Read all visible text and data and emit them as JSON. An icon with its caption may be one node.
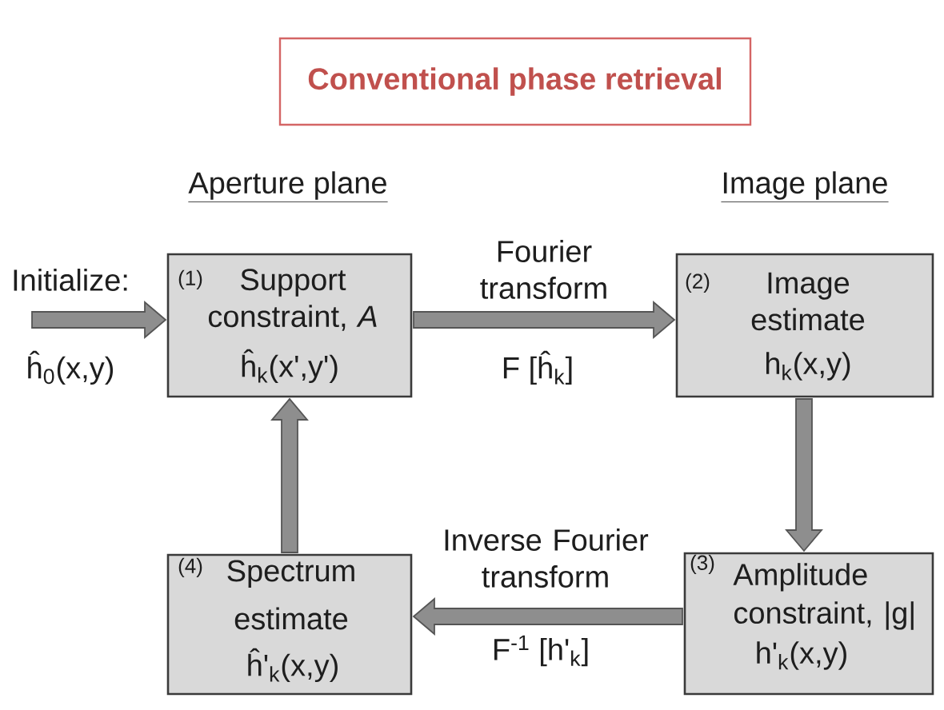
{
  "diagram": {
    "title": "Conventional phase retrieval",
    "nodes": [
      {
        "text": [
          "(1)",
          "Support constraint, *A*",
          "ĥ$_{k}$(x',y')"
        ]
      },
      {
        "text": [
          "(2)",
          "Image estimate",
          "h$_{k}$(x,y)"
        ]
      },
      {
        "text": [
          "(4)",
          "Spectrum estimate",
          "ĥ'$_{k}$(x,y)"
        ]
      },
      {
        "text": [
          "(3)",
          "Amplitude constraint, |g|",
          "h'$_{k}$(x,y)"
        ]
      }
    ],
    "edges": [
      {
        "from": null,
        "to": 0,
        "arrow": "to",
        "label": "Initialize:"
      },
      {
        "from": 0,
        "to": 1,
        "arrow": "to",
        "label": "Fourier transform"
      },
      {
        "from": 1,
        "to": 3,
        "arrow": "to"
      },
      {
        "from": 3,
        "to": 2,
        "arrow": "to",
        "label": "Inverse Fourier transform"
      },
      {
        "from": 2,
        "to": 0,
        "arrow": "to"
      }
    ],
    "labels": [
      "Aperture plane",
      "Image plane",
      "ĥ$_{0}$(x,y)",
      "F [ĥ$_{k}$]",
      "F$^{-1}$ [h'$_{k}$]"
    ]
  }
}
